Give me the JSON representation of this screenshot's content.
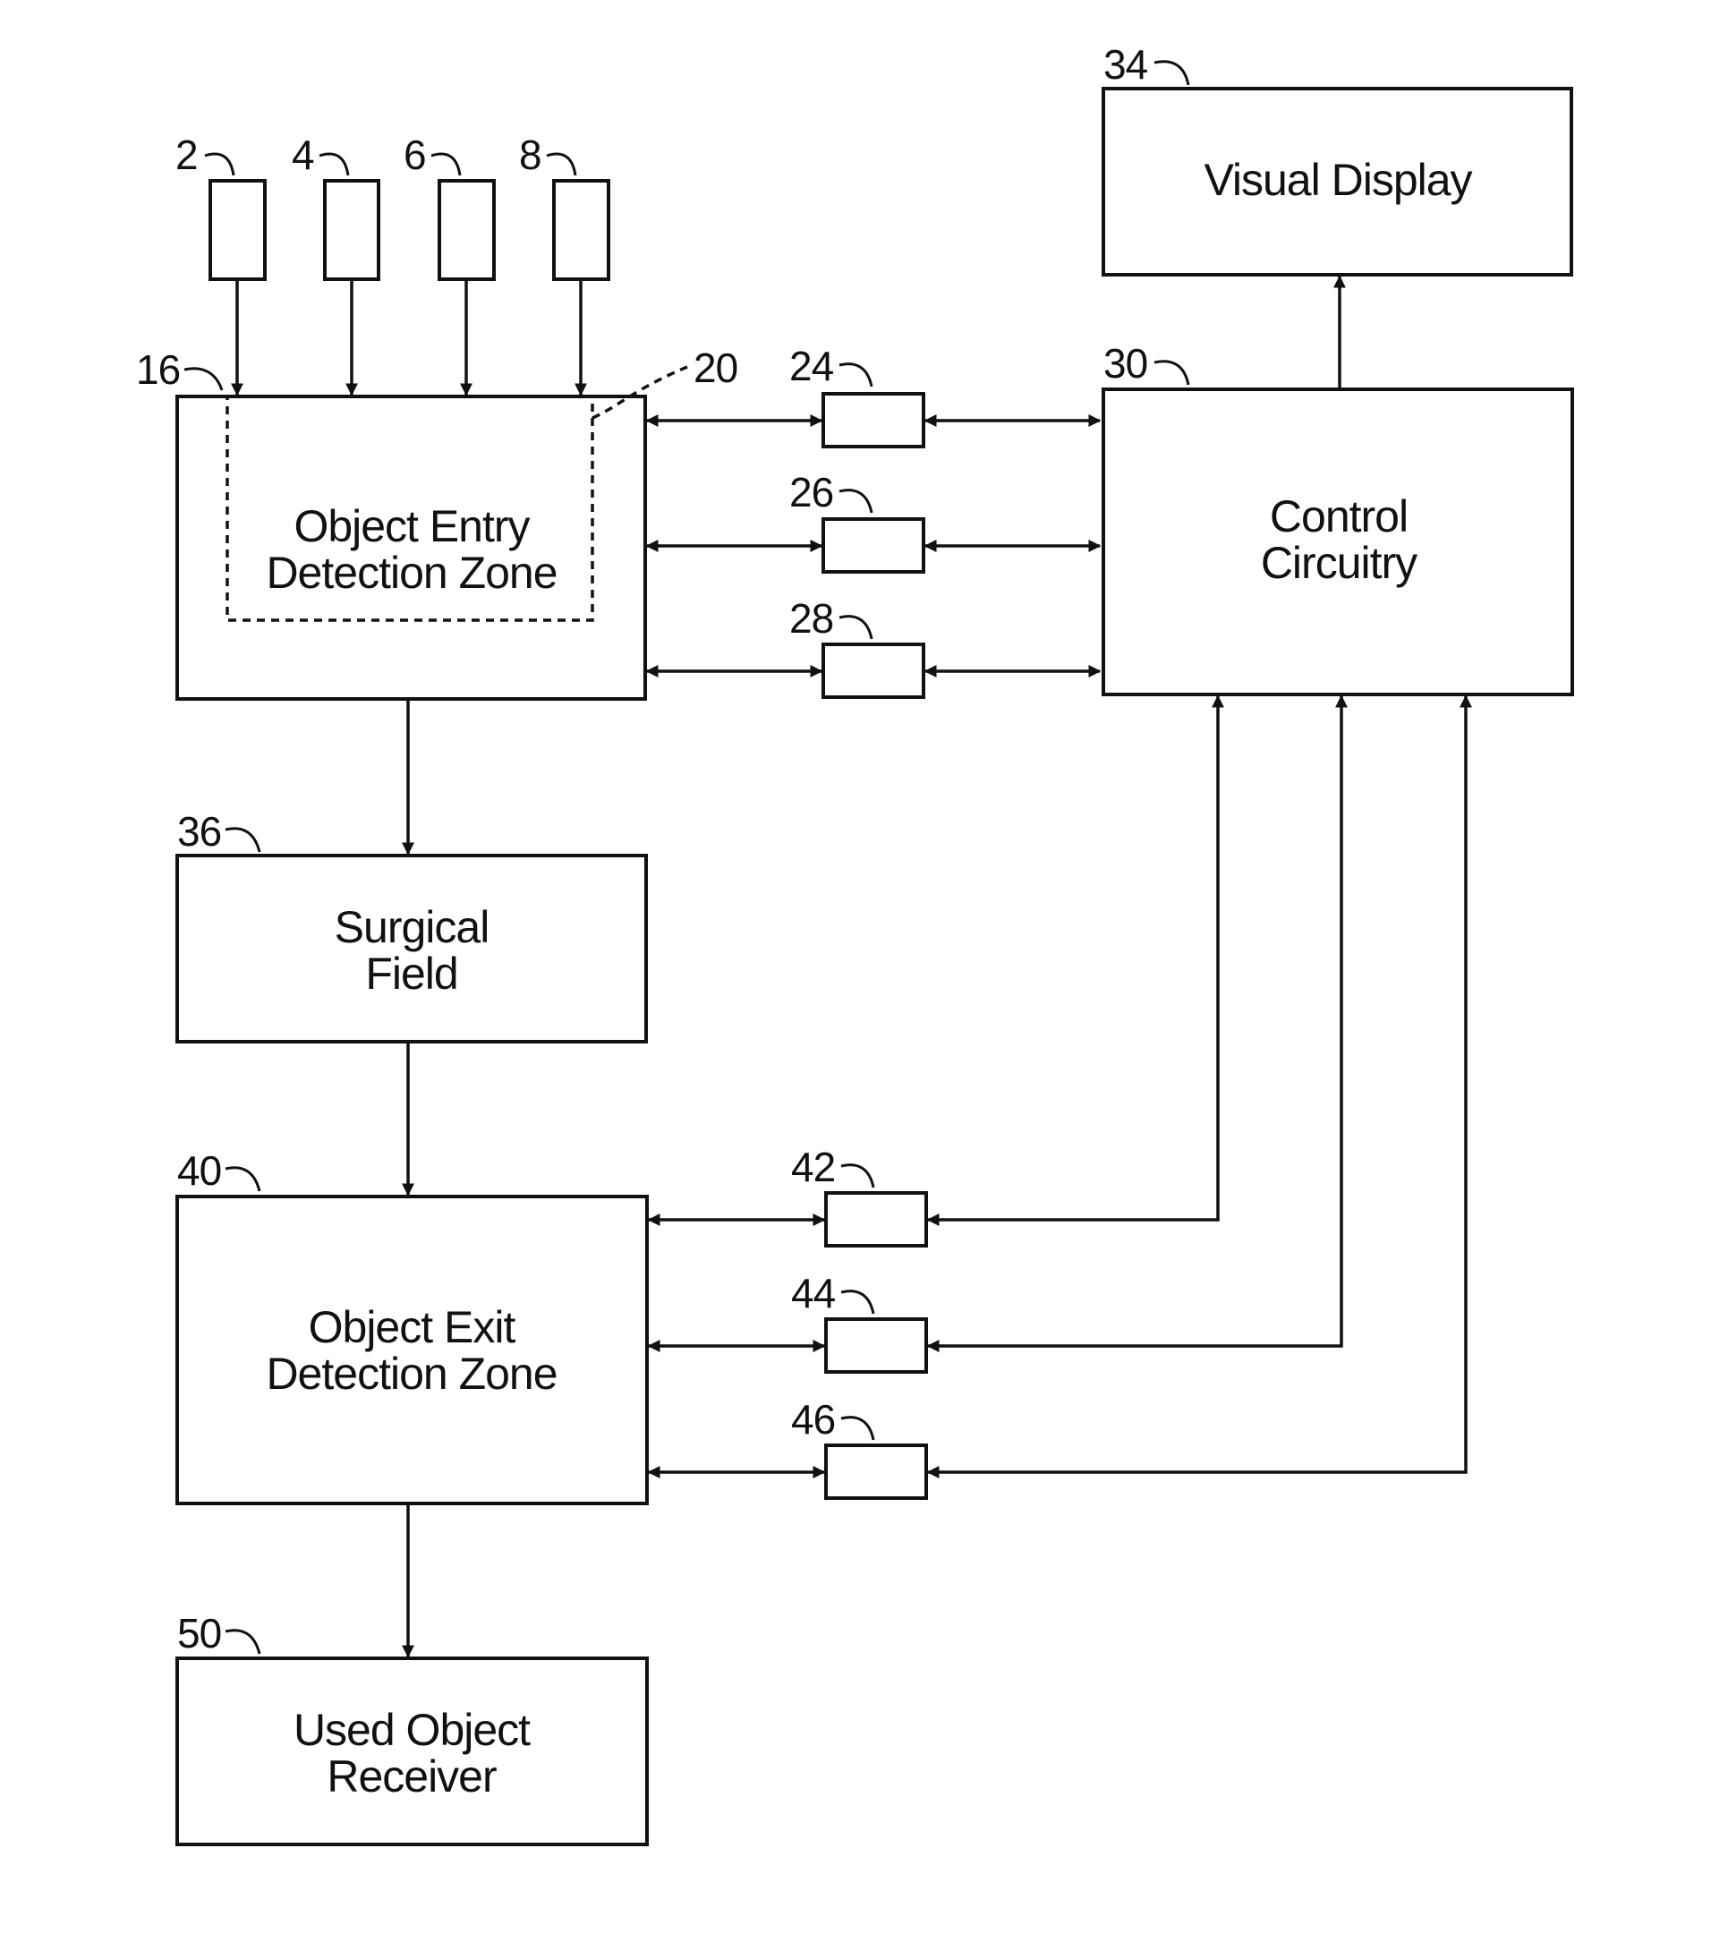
{
  "blocks": {
    "visual_display": {
      "ref": "34",
      "lines": [
        "Visual Display"
      ]
    },
    "entry_zone": {
      "ref": "16",
      "lines": [
        "Object Entry",
        "Detection Zone"
      ]
    },
    "entry_subzone": {
      "ref": "20"
    },
    "control": {
      "ref": "30",
      "lines": [
        "Control",
        "Circuitry"
      ]
    },
    "surgical_field": {
      "ref": "36",
      "lines": [
        "Surgical",
        "Field"
      ]
    },
    "exit_zone": {
      "ref": "40",
      "lines": [
        "Object Exit",
        "Detection Zone"
      ]
    },
    "receiver": {
      "ref": "50",
      "lines": [
        "Used Object",
        "Receiver"
      ]
    }
  },
  "inputs": [
    {
      "ref": "2"
    },
    {
      "ref": "4"
    },
    {
      "ref": "6"
    },
    {
      "ref": "8"
    }
  ],
  "readers": [
    {
      "ref": "24"
    },
    {
      "ref": "26"
    },
    {
      "ref": "28"
    },
    {
      "ref": "42"
    },
    {
      "ref": "44"
    },
    {
      "ref": "46"
    }
  ]
}
